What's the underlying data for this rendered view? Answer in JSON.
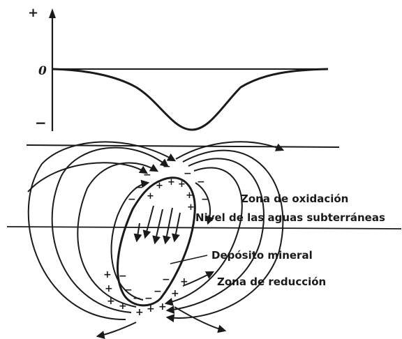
{
  "graph": {
    "plus_sign": "+",
    "zero_label": "0",
    "minus_sign": "−"
  },
  "labels": {
    "oxidation_zone": "Zona de oxidación",
    "water_table": "Nivel de las aguas subterráneas",
    "ore_body": "Depósito mineral",
    "reduction_zone": "Zona de reducción"
  },
  "charges": {
    "positive": "+",
    "negative": "−"
  },
  "colors": {
    "ink": "#1a1a1a",
    "background": "#ffffff"
  }
}
